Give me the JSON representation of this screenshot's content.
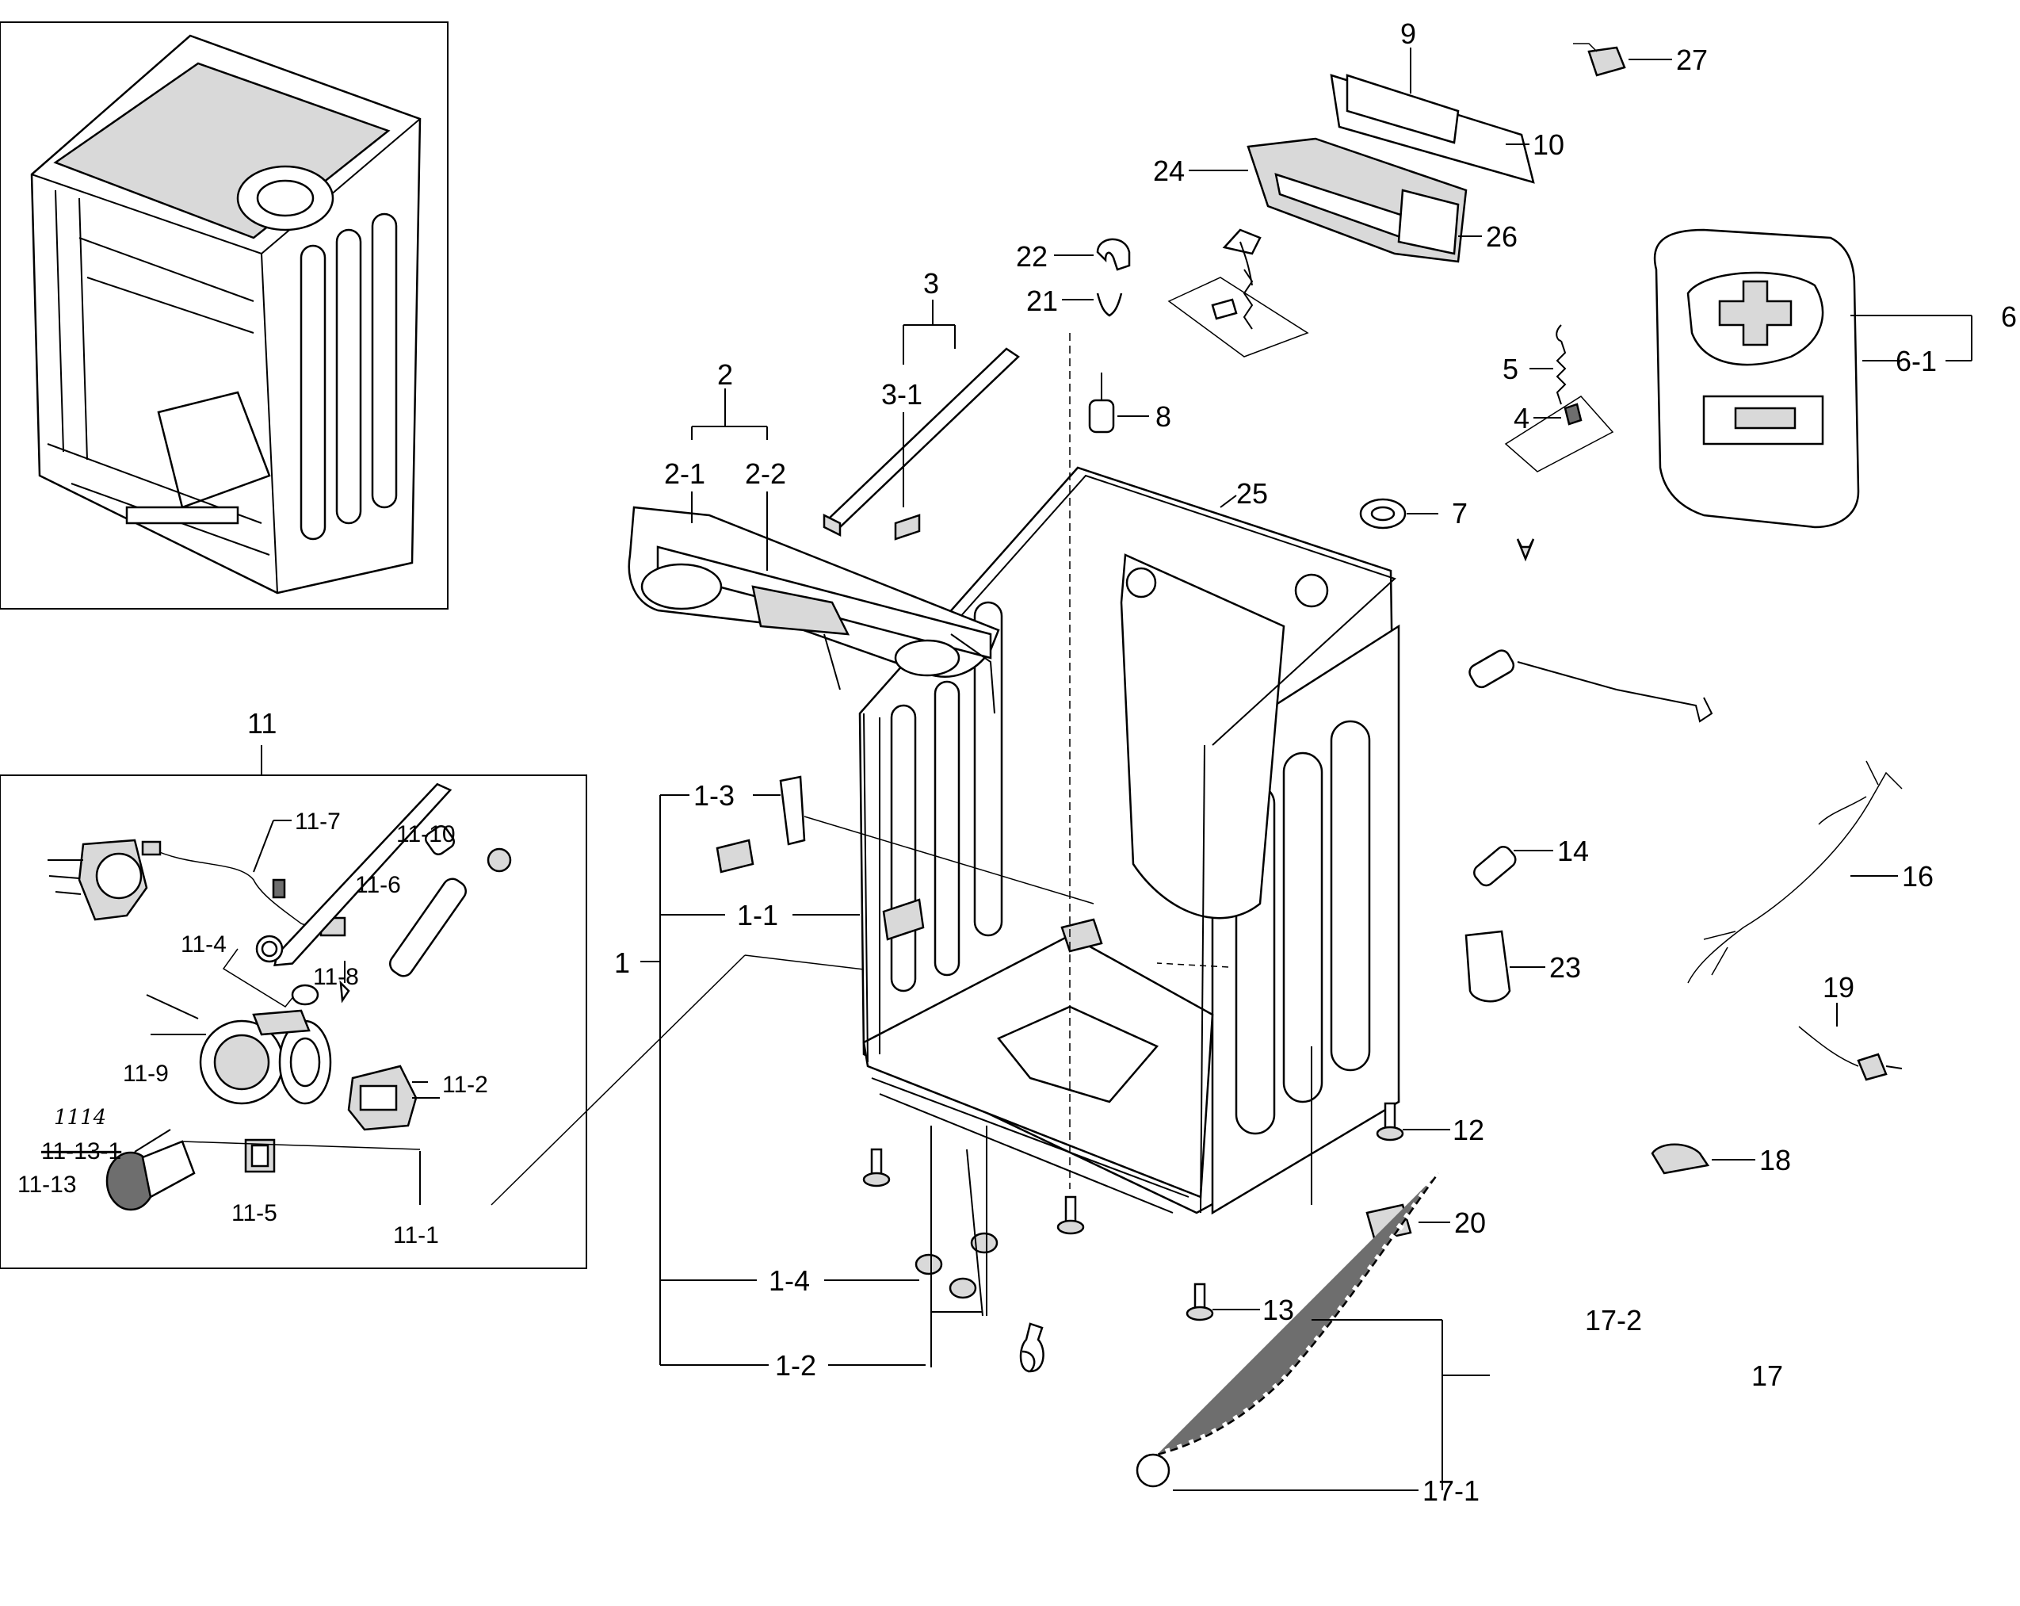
{
  "callouts": {
    "c1": "1",
    "c1_1": "1-1",
    "c1_2": "1-2",
    "c1_3": "1-3",
    "c1_4": "1-4",
    "c2": "2",
    "c2_1": "2-1",
    "c2_2": "2-2",
    "c3": "3",
    "c3_1": "3-1",
    "c4": "4",
    "c5": "5",
    "c6": "6",
    "c6_1": "6-1",
    "c7": "7",
    "c8": "8",
    "c9": "9",
    "c10": "10",
    "c11": "11",
    "c11_1": "11-1",
    "c11_2": "11-2",
    "c11_4": "11-4",
    "c11_5": "11-5",
    "c11_6": "11-6",
    "c11_7": "11-7",
    "c11_8": "11-8",
    "c11_9": "11-9",
    "c11_10": "11-10",
    "c11_13": "11-13",
    "c11_13_1": "11-13-1",
    "c12": "12",
    "c13": "13",
    "c14": "14",
    "c16": "16",
    "c17": "17",
    "c17_1": "17-1",
    "c17_2": "17-2",
    "c18": "18",
    "c19": "19",
    "c20": "20",
    "c21": "21",
    "c22": "22",
    "c23": "23",
    "c24": "24",
    "c25": "25",
    "c26": "26",
    "c27": "27"
  },
  "handwritten_note": "1114"
}
